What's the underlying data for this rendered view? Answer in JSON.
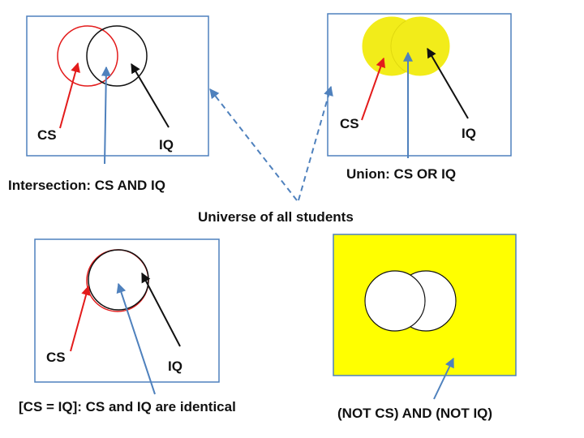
{
  "colors": {
    "frame_stroke": "#4f81bd",
    "cs_circle": "#e31b1b",
    "iq_circle": "#111111",
    "union_fill": "#f2ec1a",
    "complement_fill": "#ffff00",
    "cs_arrow": "#e31b1b",
    "iq_arrow": "#111111",
    "pointer_arrow": "#4f81bd",
    "universe_arrow": "#4f81bd"
  },
  "panels": {
    "intersection": {
      "cs_label": "CS",
      "iq_label": "IQ",
      "caption": "Intersection: CS AND IQ"
    },
    "union": {
      "cs_label": "CS",
      "iq_label": "IQ",
      "caption": "Union: CS OR IQ"
    },
    "identical": {
      "cs_label": "CS",
      "iq_label": "IQ",
      "caption": "[CS = IQ]: CS and IQ are identical"
    },
    "complement": {
      "caption": "(NOT CS) AND (NOT IQ)"
    }
  },
  "universe_label": "Universe of all students"
}
